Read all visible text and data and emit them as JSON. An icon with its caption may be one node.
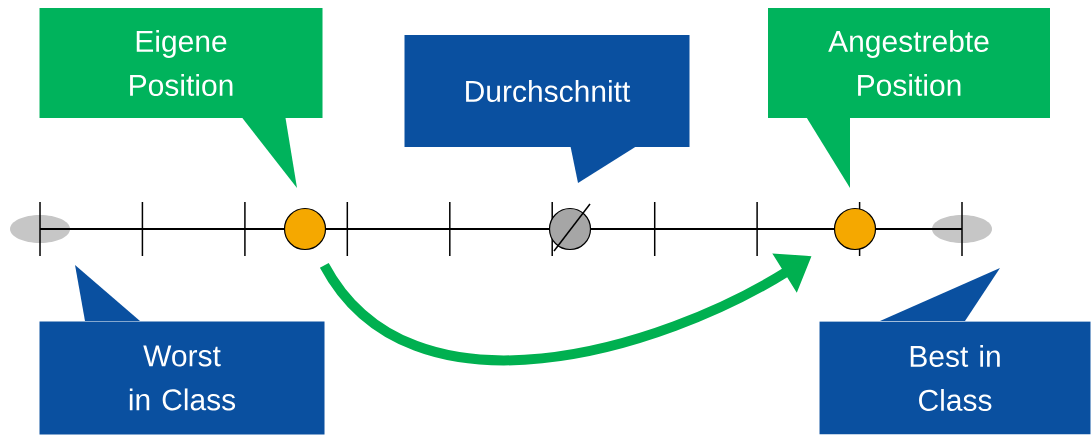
{
  "diagram": {
    "nodes": [
      {
        "text": [
          "Eigene Position"
        ]
      },
      {
        "text": [
          "Durchschnitt"
        ]
      },
      {
        "text": [
          "Angestrebte Position"
        ]
      },
      {
        "text": [
          "Worst in Class"
        ]
      },
      {
        "text": [
          "Best in Class"
        ]
      },
      {
        "text": [],
        "shape": "circle"
      },
      {
        "text": [],
        "shape": "circle"
      },
      {
        "text": [],
        "shape": "circle"
      }
    ],
    "edges": [
      {
        "from": 5,
        "to": 7,
        "arrow": "to",
        "color": "#00b050"
      }
    ]
  }
}
